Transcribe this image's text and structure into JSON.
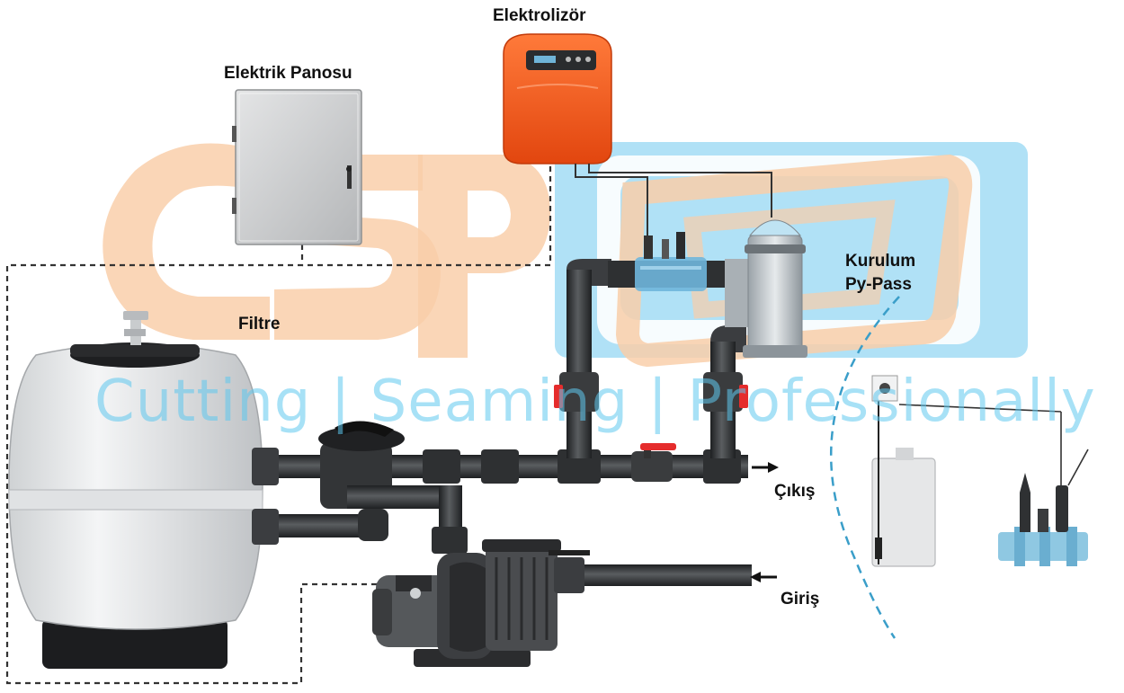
{
  "labels": {
    "electrolyzer": "Elektrolizör",
    "electric_panel": "Elektrik Panosu",
    "filter": "Filtre",
    "installation_line1": "Kurulum",
    "installation_line2": "Py-Pass",
    "outlet": "Çıkış",
    "inlet": "Giriş"
  },
  "watermark": {
    "logo_letters": "CSP",
    "tagline": "Cutting | Seaming | Professionally"
  },
  "colors": {
    "electrolyzer_orange": "#f4561c",
    "pipe_dark": "#2f3133",
    "valve_red": "#e52c2c",
    "watermark_orange": "#f7c79d",
    "watermark_blue": "#9fdcf5",
    "dashed_line": "#333333",
    "pool_boundary": "#3a9ec9"
  }
}
